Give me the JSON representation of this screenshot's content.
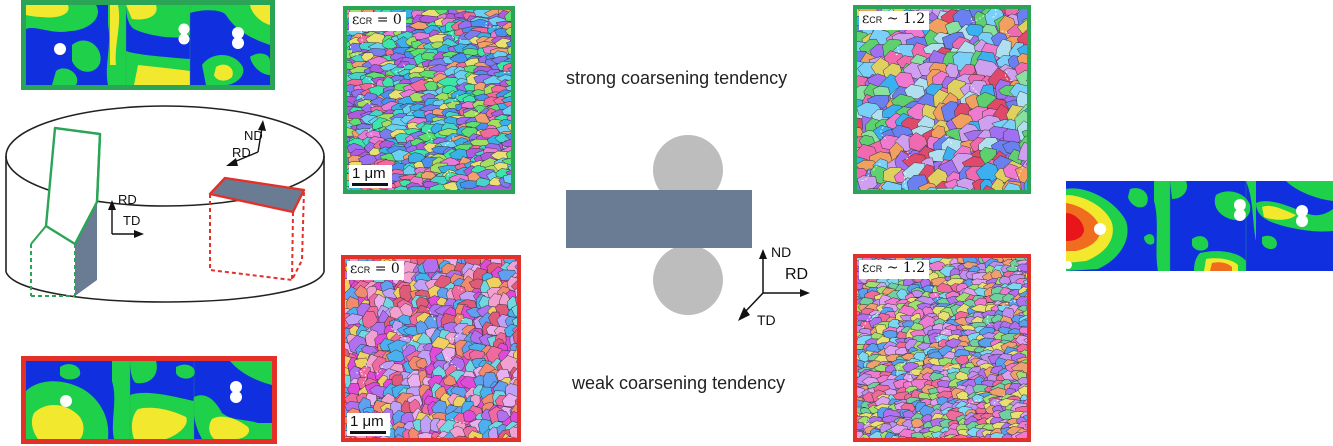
{
  "captions": {
    "strong": "strong coarsening tendency",
    "weak": "weak coarsening tendency"
  },
  "micrographs": {
    "top_left": {
      "eps": "ε",
      "sub": "CR",
      "rel": " = 0"
    },
    "bottom_left": {
      "eps": "ε",
      "sub": "CR",
      "rel": " = 0"
    },
    "top_right": {
      "eps": "ε",
      "sub": "CR",
      "rel": " ~ 1.2"
    },
    "bottom_right": {
      "eps": "ε",
      "sub": "CR",
      "rel": " ~ 1.2"
    }
  },
  "scale_bar": "1 μm",
  "cylinder_axes": {
    "green_up": "RD",
    "green_right": "TD",
    "red_up": "ND",
    "red_left": "RD"
  },
  "rolling_axes": {
    "up": "ND",
    "right": "RD",
    "down": "TD"
  },
  "colors": {
    "strong_frame": "#2aa556",
    "weak_frame": "#e3312a",
    "plate": "#6a7c93",
    "roll": "#bdbdbd",
    "pf_blue": "#1030e0",
    "pf_green": "#1fd04a",
    "pf_yellow": "#f2e92e",
    "pf_orange": "#f06d1f",
    "pf_red": "#e8161a"
  }
}
